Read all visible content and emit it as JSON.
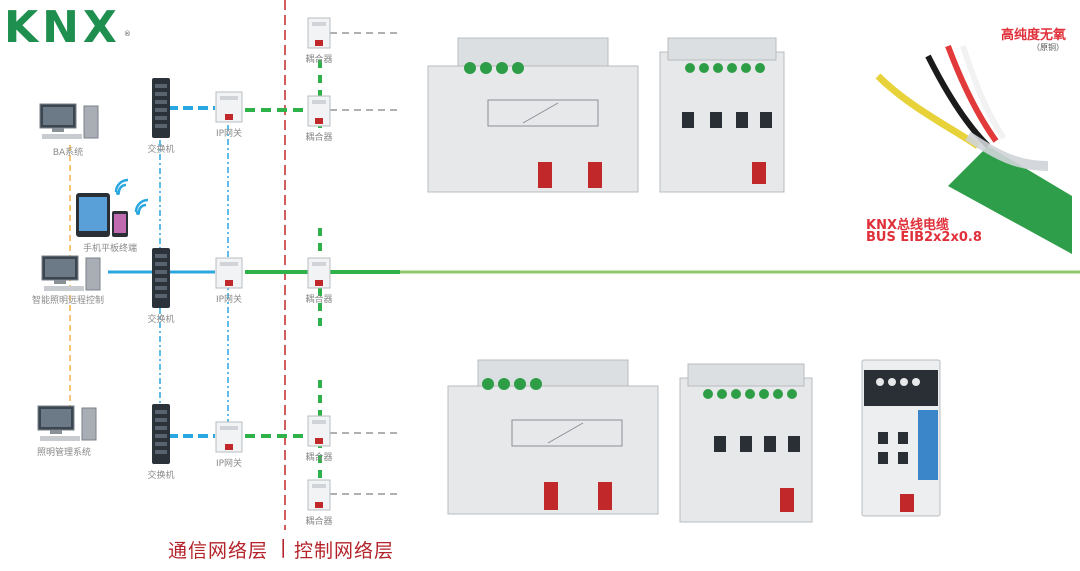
{
  "logo": {
    "text": "KNX",
    "mark": "®"
  },
  "nodes": {
    "ba_label": "BA系统",
    "mobile_label": "手机平板终端",
    "remote_label": "智能照明远程控制",
    "mgmt_label": "照明管理系统",
    "switch1_label": "交换机",
    "switch2_label": "交换机",
    "switch3_label": "交换机",
    "ipgw1_label": "IP网关",
    "ipgw2_label": "IP网关",
    "ipgw3_label": "IP网关",
    "coupler1_label": "耦合器",
    "coupler2_label": "耦合器",
    "coupler3_label": "耦合器",
    "coupler4_label": "耦合器",
    "coupler5_label": "耦合器"
  },
  "layers": {
    "comm": "通信网络层",
    "control": "控制网络层"
  },
  "cable": {
    "title": "高纯度无氧",
    "subtitle": "（原铜）",
    "name_line1": "KNX总线电缆",
    "name_line2": "BUS EIB2x2x0.8"
  },
  "colors": {
    "green": "#2fb24a",
    "blue": "#2aa6e0",
    "orange": "#f0b24a",
    "gray": "#b0b0b0",
    "red": "#c0282a",
    "backbone": "#8fc76b"
  }
}
